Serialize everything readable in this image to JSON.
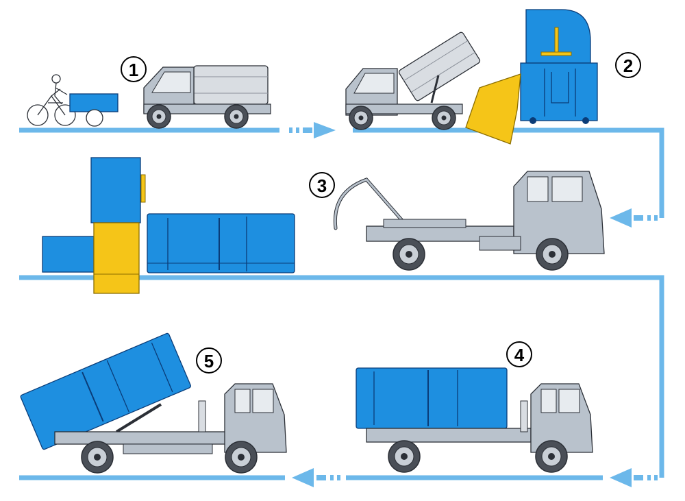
{
  "steps": [
    {
      "number": "1"
    },
    {
      "number": "2"
    },
    {
      "number": "3"
    },
    {
      "number": "4"
    },
    {
      "number": "5"
    }
  ],
  "colors": {
    "flow_line": "#6cb8ea",
    "container_blue": "#1e8fe0",
    "container_outline": "#0a3c78",
    "hopper_yellow": "#f5c518",
    "truck_grey": "#b9c2cc",
    "truck_outline": "#2b2f36",
    "bin_silver": "#d9dde2",
    "wheel_dark": "#4a4f57"
  },
  "icons": [
    "tricycle-cart-icon",
    "arrow-right-icon",
    "arrow-left-icon"
  ]
}
